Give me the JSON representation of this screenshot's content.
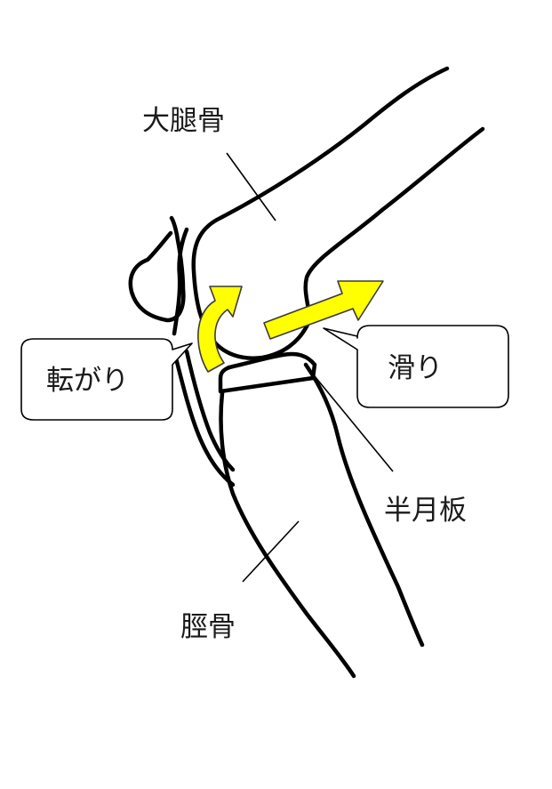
{
  "labels": {
    "femur": "大腿骨",
    "rolling": "転がり",
    "sliding": "滑り",
    "meniscus": "半月板",
    "tibia": "脛骨"
  },
  "colors": {
    "arrow_fill": "#ffff00",
    "line": "#000000"
  }
}
